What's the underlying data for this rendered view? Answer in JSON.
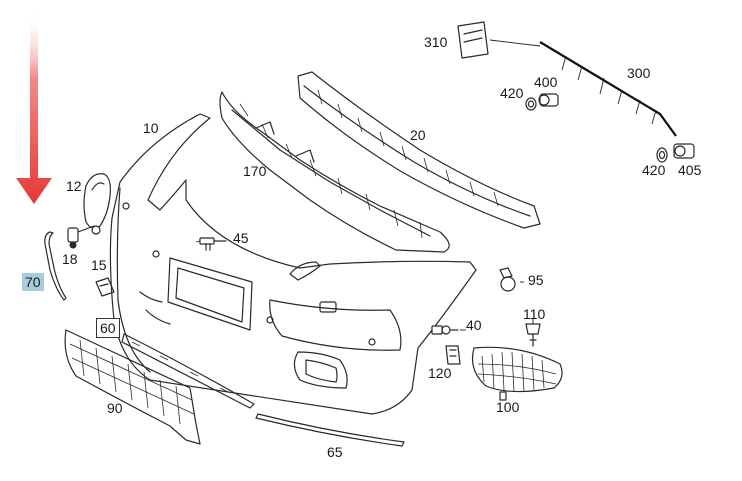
{
  "callout": {
    "highlight_color": "#a7cddd",
    "arrow_color": "#e53935",
    "highlighted_part": "70"
  },
  "parts": {
    "p10": "10",
    "p12": "12",
    "p15": "15",
    "p18": "18",
    "p20": "20",
    "p40": "40",
    "p45": "45",
    "p60": "60",
    "p65": "65",
    "p70": "70",
    "p90": "90",
    "p95": "95",
    "p100": "100",
    "p110": "110",
    "p120": "120",
    "p170": "170",
    "p300": "300",
    "p310": "310",
    "p400": "400",
    "p405": "405",
    "p420a": "420",
    "p420b": "420"
  }
}
